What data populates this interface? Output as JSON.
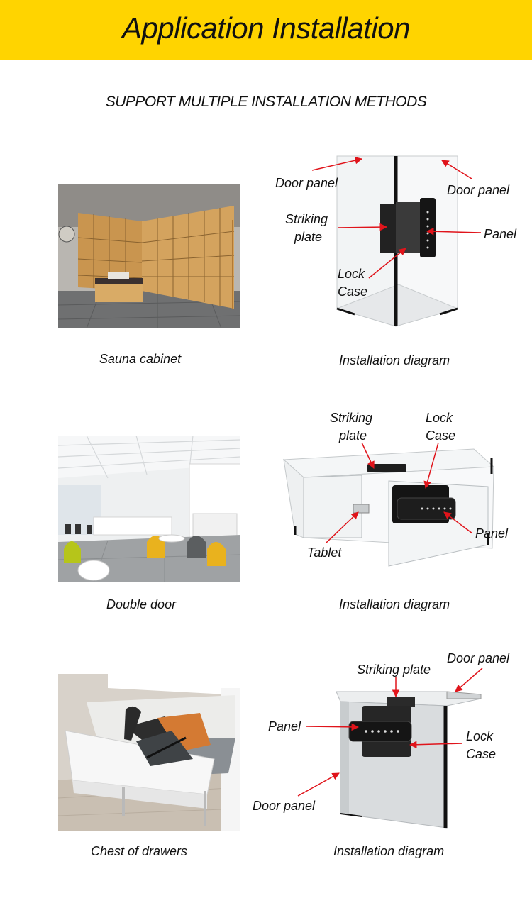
{
  "header": {
    "title": "Application Installation"
  },
  "subtitle": "SUPPORT MULTIPLE INSTALLATION METHODS",
  "rows": [
    {
      "photo_caption": "Sauna cabinet",
      "diagram_caption": "Installation diagram",
      "labels": {
        "door_panel_left": "Door panel",
        "door_panel_right": "Door panel",
        "striking_plate_1": "Striking",
        "striking_plate_2": "plate",
        "panel": "Panel",
        "lock_case_1": "Lock",
        "lock_case_2": "Case"
      }
    },
    {
      "photo_caption": "Double door",
      "diagram_caption": "Installation diagram",
      "labels": {
        "striking_plate_1": "Striking",
        "striking_plate_2": "plate",
        "lock_case_1": "Lock",
        "lock_case_2": "Case",
        "panel": "Panel",
        "tablet": "Tablet"
      }
    },
    {
      "photo_caption": "Chest of drawers",
      "diagram_caption": "Installation diagram",
      "labels": {
        "door_panel_top": "Door panel",
        "striking_plate": "Striking plate",
        "panel": "Panel",
        "lock_case_1": "Lock",
        "lock_case_2": "Case",
        "door_panel_bottom": "Door panel"
      }
    }
  ],
  "colors": {
    "banner": "#ffd400",
    "arrow": "#e0141b"
  }
}
